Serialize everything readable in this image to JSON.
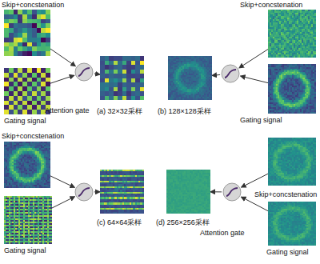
{
  "diagram": {
    "nodes": [
      {
        "text": [
          "Skip+concstenation"
        ]
      },
      {
        "text": [
          "Gating signal"
        ]
      },
      {
        "text": [
          "Attention gate"
        ]
      },
      {
        "text": [
          "(a) 32×32采样"
        ]
      },
      {
        "text": [
          "Skip+concstenation"
        ]
      },
      {
        "text": [
          "Gating signal"
        ]
      },
      {
        "text": []
      },
      {
        "text": [
          "(b) 128×128采样"
        ]
      },
      {
        "text": [
          "Skip+concstenation"
        ]
      },
      {
        "text": [
          "Gating signal"
        ]
      },
      {
        "text": []
      },
      {
        "text": [
          "(c) 64×64采样"
        ]
      },
      {
        "text": [
          "Skip+concstenation"
        ]
      },
      {
        "text": [
          "Gating signal"
        ]
      },
      {
        "text": [
          "Attention gate"
        ]
      },
      {
        "text": [
          "(d) 256×256采样"
        ]
      }
    ],
    "edges": [
      {
        "from": 0,
        "to": 2,
        "arrow": "to"
      },
      {
        "from": 1,
        "to": 2,
        "arrow": "to"
      },
      {
        "from": 2,
        "to": 3,
        "arrow": "to"
      },
      {
        "from": 4,
        "to": 6,
        "arrow": "to"
      },
      {
        "from": 5,
        "to": 6,
        "arrow": "to"
      },
      {
        "from": 6,
        "to": 7,
        "arrow": "to"
      },
      {
        "from": 8,
        "to": 10,
        "arrow": "to"
      },
      {
        "from": 9,
        "to": 10,
        "arrow": "to"
      },
      {
        "from": 10,
        "to": 11,
        "arrow": "to"
      },
      {
        "from": 12,
        "to": 14,
        "arrow": "to"
      },
      {
        "from": 13,
        "to": 14,
        "arrow": "to"
      },
      {
        "from": 14,
        "to": 15,
        "arrow": "to"
      }
    ]
  }
}
